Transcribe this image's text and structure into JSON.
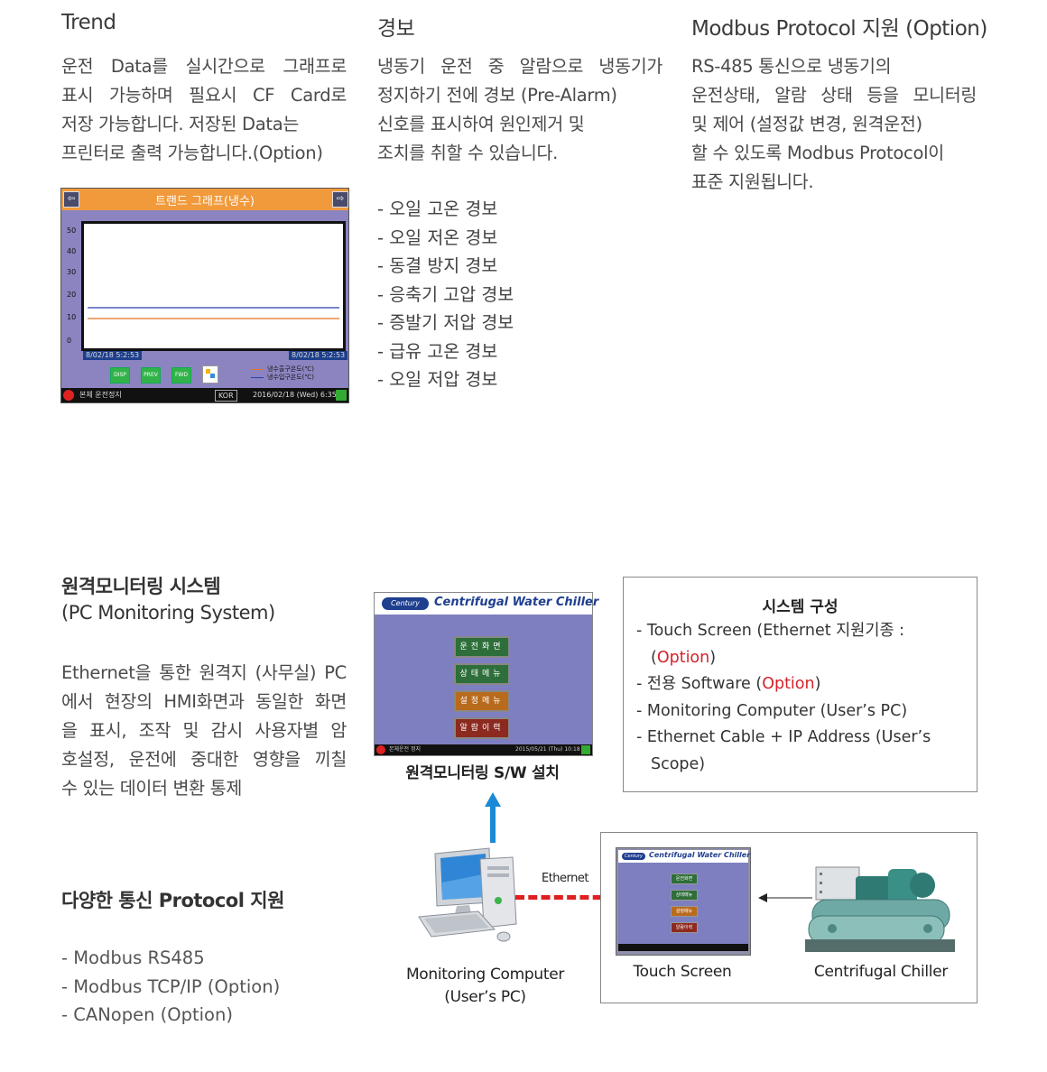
{
  "trend": {
    "heading": "Trend",
    "lines": [
      "운전 Data를 실시간으로 그래프로",
      "표시 가능하며 필요시 CF Card로",
      "저장 가능합니다. 저장된 Data는",
      "프린터로 출력 가능합니다.(Option)"
    ],
    "screen": {
      "title": "트랜드 그래프(냉수)",
      "y_ticks": [
        "50",
        "40",
        "30",
        "20",
        "10",
        "0"
      ],
      "time_left": "8/02/18 5:2:53",
      "time_right": "8/02/18 5:2:53",
      "buttons": [
        "DISP",
        "PREV",
        "FWD"
      ],
      "legend": [
        "냉수출구온도(℃)",
        "냉수입구온도(℃)"
      ],
      "status_left": "본체 운전정지",
      "status_lang": "KOR",
      "status_time": "2016/02/18 (Wed) 6:35"
    }
  },
  "alarm": {
    "heading": "경보",
    "lines": [
      "냉동기 운전 중 알람으로 냉동기가",
      "정지하기 전에 경보 (Pre-Alarm)",
      "신호를 표시하여 원인제거 및",
      "조치를 취할 수 있습니다."
    ],
    "items": [
      "- 오일 고온 경보",
      "- 오일 저온 경보",
      "- 동결 방지 경보",
      "- 응축기 고압 경보",
      "- 증발기 저압 경보",
      "- 급유 고온 경보",
      "- 오일 저압 경보"
    ]
  },
  "modbus": {
    "heading": "Modbus Protocol 지원 (Option)",
    "lines": [
      "RS-485 통신으로 냉동기의",
      "운전상태, 알람 상태 등을 모니터링",
      "및 제어 (설정값 변경, 원격운전)",
      "할 수 있도록 Modbus Protocol이",
      "표준 지원됩니다."
    ]
  },
  "remote": {
    "heading1": "원격모니터링 시스템",
    "heading2": "(PC Monitoring System)",
    "lines": [
      "Ethernet을 통한 원격지 (사무실) PC",
      "에서 현장의 HMI화면과 동일한 화면",
      "을 표시, 조작 및 감시 사용자별 암",
      "호설정, 운전에 중대한 영향을 끼칠",
      "수 있는 데이터 변환 통제"
    ],
    "screen": {
      "brand": "Century",
      "title": "Centrifugal Water Chiller",
      "menu": [
        "운전화면",
        "상태메뉴",
        "설정메뉴",
        "알람이력"
      ],
      "status_left": "본체운전 정지",
      "status_right": "2015/05/21 (Thu) 10:18"
    },
    "caption": "원격모니터링 S/W 설치"
  },
  "system": {
    "title": "시스템 구성",
    "items": [
      {
        "pre": "- Touch Screen (Ethernet 지원기종 :",
        "post": ""
      },
      {
        "pre": "(",
        "red": "Option",
        "post": ")"
      },
      {
        "pre": "- 전용 Software (",
        "red": "Option",
        "post": ")"
      },
      {
        "pre": "- Monitoring Computer (User’s PC)",
        "post": ""
      },
      {
        "pre": "- Ethernet Cable + IP Address (User’s",
        "post": ""
      },
      {
        "pre": "Scope)",
        "post": ""
      }
    ]
  },
  "protocol": {
    "heading": "다양한 통신 Protocol 지원",
    "items": [
      "- Modbus RS485",
      "- Modbus TCP/IP (Option)",
      "- CANopen (Option)"
    ]
  },
  "diagram": {
    "ethernet_label": "Ethernet",
    "pc_caption1": "Monitoring Computer",
    "pc_caption2": "(User’s PC)",
    "touch_caption": "Touch Screen",
    "chiller_caption": "Centrifugal Chiller"
  },
  "colors": {
    "orange": "#f19a3c",
    "purple": "#8b84c0",
    "red_ethernet": "#e02020",
    "arrow_blue": "#1b8ad6",
    "red_text": "#d4232a"
  }
}
